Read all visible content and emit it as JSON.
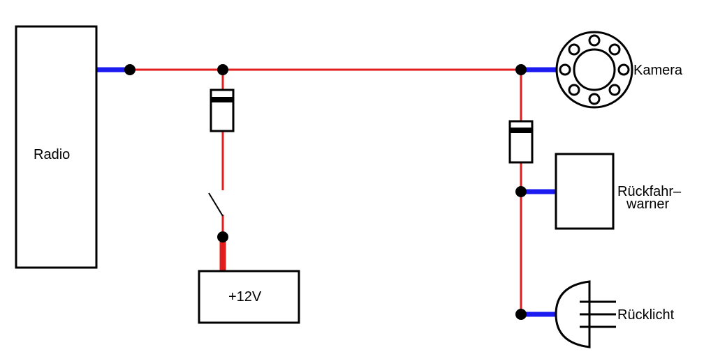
{
  "components": {
    "radio": {
      "label": "Radio"
    },
    "power": {
      "label": "+12V"
    },
    "camera": {
      "label": "Kamera"
    },
    "warner": {
      "label_line1": "Rückfahr–",
      "label_line2": "warner"
    },
    "light": {
      "label": "Rücklicht"
    }
  },
  "colors": {
    "wire": "#e11d1d",
    "ground_lead": "#1c1cf0",
    "outline": "#000000"
  }
}
